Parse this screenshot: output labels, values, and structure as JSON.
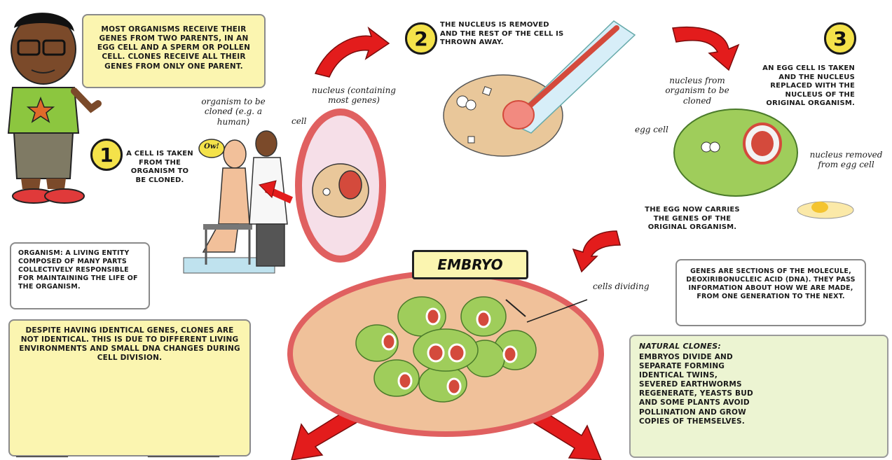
{
  "intro_text": "Most organisms receive their genes from two parents, in an egg cell and a sperm or pollen cell. Clones receive all their genes from only one parent.",
  "steps": {
    "s1": {
      "number": "1",
      "text": "A cell is taken from the organism to be cloned."
    },
    "s2": {
      "number": "2",
      "text": "The nucleus is removed and the rest of the cell is thrown away."
    },
    "s3": {
      "number": "3",
      "text": "An egg cell is taken and the nucleus replaced with the nucleus of the original organism."
    }
  },
  "labels": {
    "organism_to_be_cloned": "organism to be cloned (e.g. a human)",
    "ow": "Ow!",
    "cell": "cell",
    "nucleus_genes": "nucleus (containing most genes)",
    "nucleus_from_organism": "nucleus from organism to be cloned",
    "egg_cell": "egg cell",
    "nucleus_removed": "nucleus removed from egg cell",
    "egg_carries": "The egg now carries the genes of the original organism.",
    "embryo": "EMBRYO",
    "cells_dividing": "cells dividing"
  },
  "organism_def": "Organism: A living entity composed of many parts collectively responsible for maintaining the life of the organism.",
  "genes_def": "Genes are sections of the molecule, Deoxiribonucleic Acid (DNA). They pass information about how we are made, from one generation to the next.",
  "clones_note": "Despite having identical genes, clones are not identical. This is due to different living environments and small DNA changes during cell division.",
  "natural_clones": {
    "title": "Natural clones:",
    "text": "Embryos divide and separate forming identical twins, severed earthworms regenerate, yeasts bud and some plants avoid pollination and grow copies of themselves."
  },
  "colors": {
    "arrow_red": "#e31c1c",
    "badge_yellow": "#f4e24a",
    "note_yellow": "#fbf5b0",
    "cell_green": "#9fcd5b",
    "cell_tan": "#e9c79a",
    "nucleus_red": "#d44a3c"
  }
}
